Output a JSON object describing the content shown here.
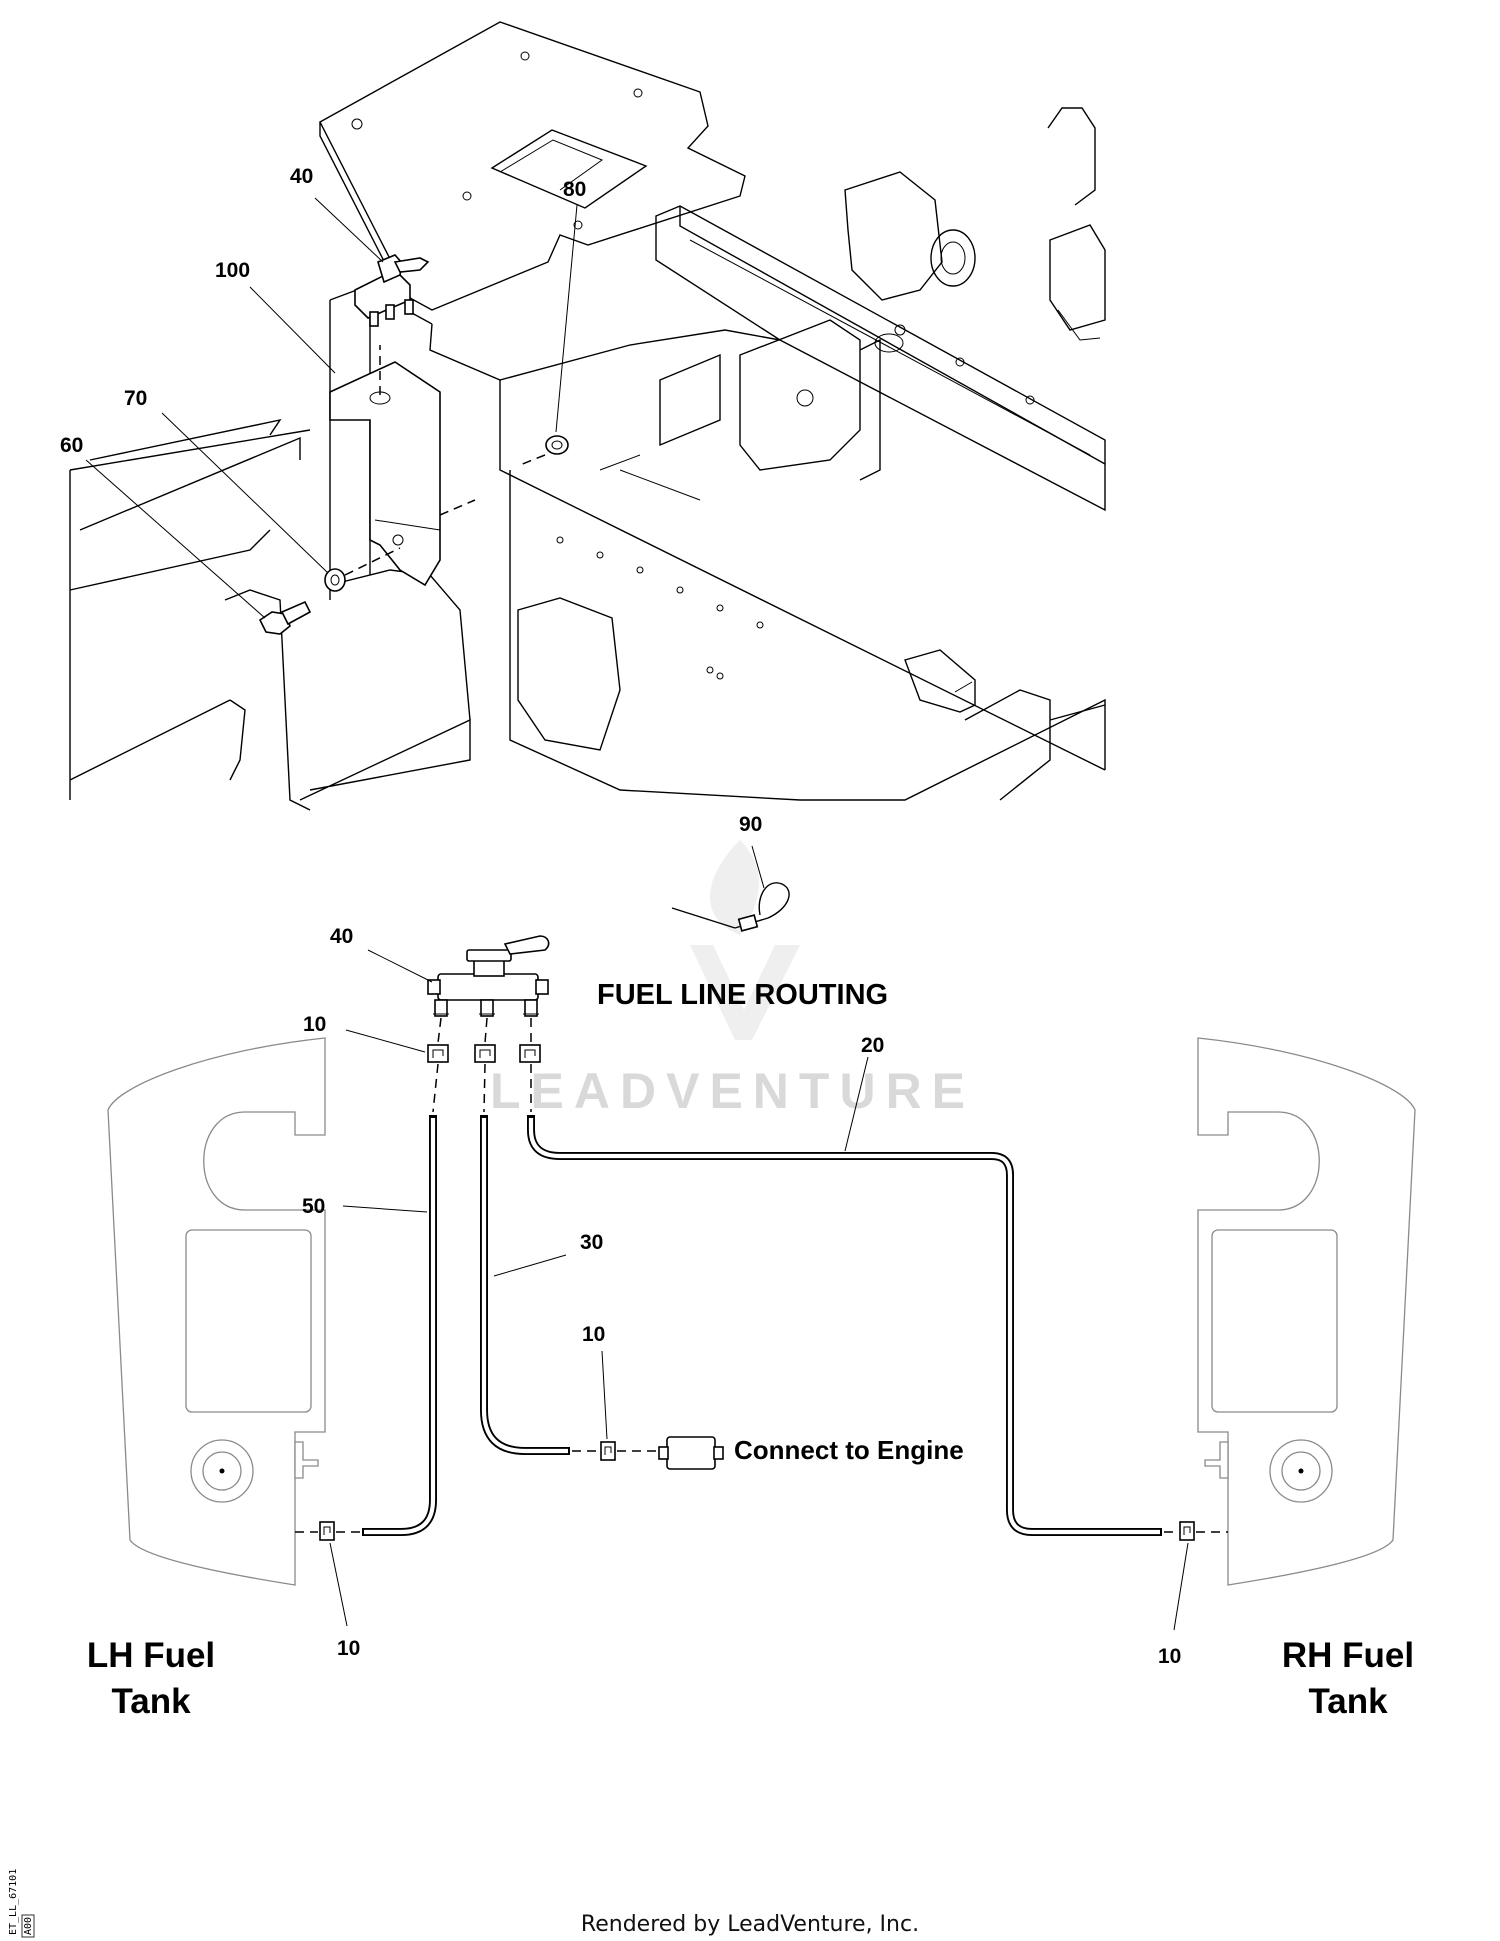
{
  "diagram": {
    "title": "FUEL LINE ROUTING",
    "watermark": "LEADVENTURE",
    "footer": "Rendered by LeadVenture, Inc.",
    "image_id": "ET_LL_67101",
    "revision": "A00"
  },
  "callouts": {
    "c40_top": "40",
    "c80": "80",
    "c100": "100",
    "c70": "70",
    "c60": "60",
    "c90": "90",
    "c40_bottom": "40",
    "c10_valve": "10",
    "c20": "20",
    "c50": "50",
    "c30": "30",
    "c10_engine": "10",
    "c10_lh": "10",
    "c10_rh": "10"
  },
  "labels": {
    "engine": "Connect to Engine",
    "lh_tank_line1": "LH Fuel",
    "lh_tank_line2": "Tank",
    "rh_tank_line1": "RH Fuel",
    "rh_tank_line2": "Tank"
  }
}
